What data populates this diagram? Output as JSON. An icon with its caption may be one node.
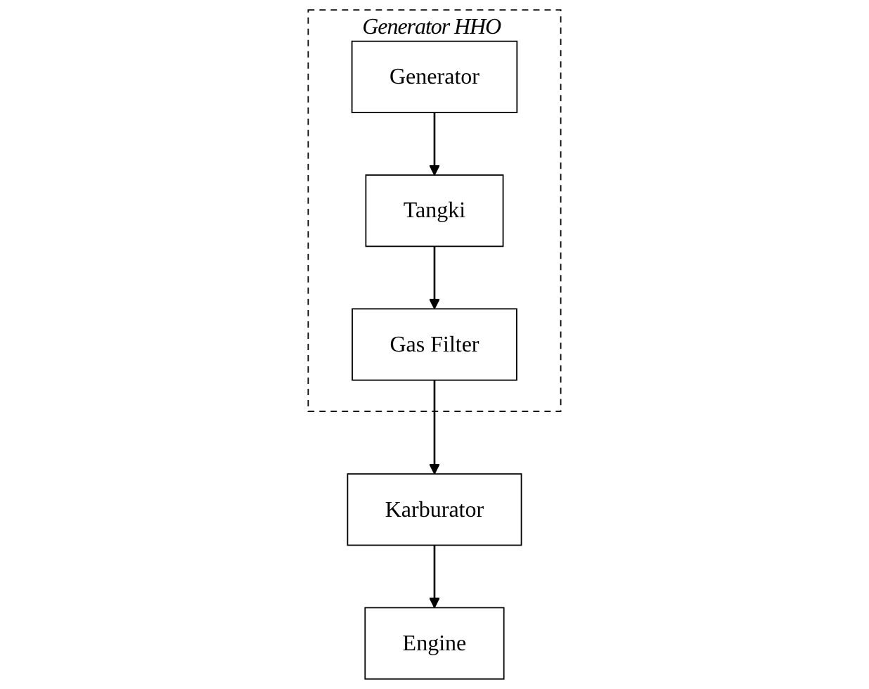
{
  "diagram": {
    "nodes": [
      {
        "text": [
          "Generator HHO"
        ]
      },
      {
        "text": [
          "Generator"
        ],
        "in": 0
      },
      {
        "text": [
          "Tangki"
        ],
        "in": 0
      },
      {
        "text": [
          "Gas Filter"
        ],
        "in": 0
      },
      {
        "text": [
          "Karburator"
        ]
      },
      {
        "text": [
          "Engine"
        ]
      }
    ],
    "edges": [
      {
        "from": 1,
        "to": 2,
        "arrow": "to"
      },
      {
        "from": 2,
        "to": 3,
        "arrow": "to"
      },
      {
        "from": 3,
        "to": 4,
        "arrow": "to"
      },
      {
        "from": 4,
        "to": 5,
        "arrow": "to"
      }
    ]
  }
}
